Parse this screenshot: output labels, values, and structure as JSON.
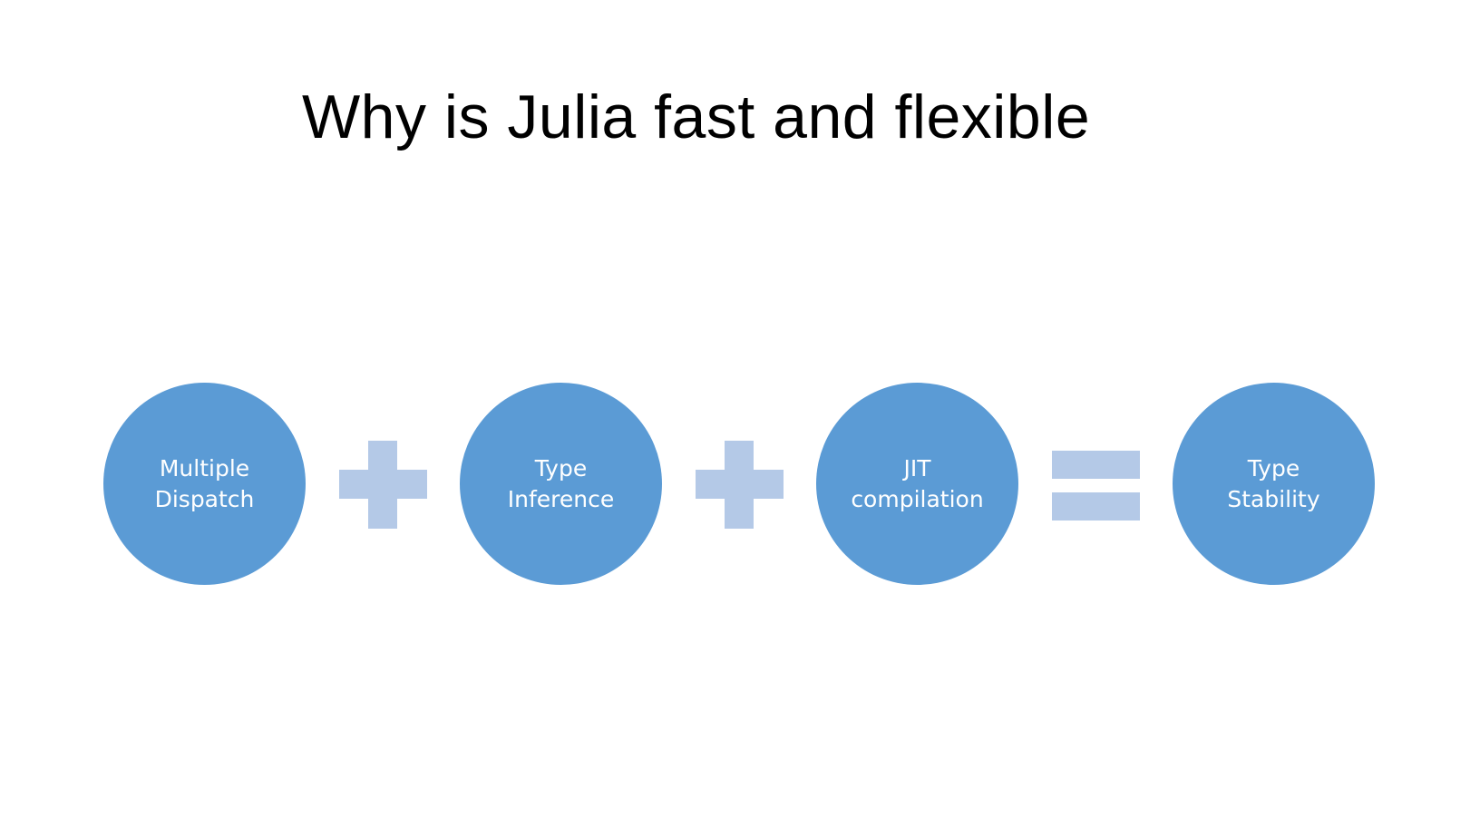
{
  "title": "Why is Julia fast and flexible",
  "items": [
    {
      "line1": "Multiple",
      "line2": "Dispatch"
    },
    {
      "line1": "Type",
      "line2": "Inference"
    },
    {
      "line1": "JIT",
      "line2": "compilation"
    },
    {
      "line1": "Type",
      "line2": "Stability"
    }
  ],
  "operators": [
    "plus",
    "plus",
    "equals"
  ],
  "colors": {
    "circle_fill": "#5b9bd5",
    "operator_fill": "#b4c9e7",
    "circle_text": "#ffffff",
    "title_text": "#000000"
  }
}
